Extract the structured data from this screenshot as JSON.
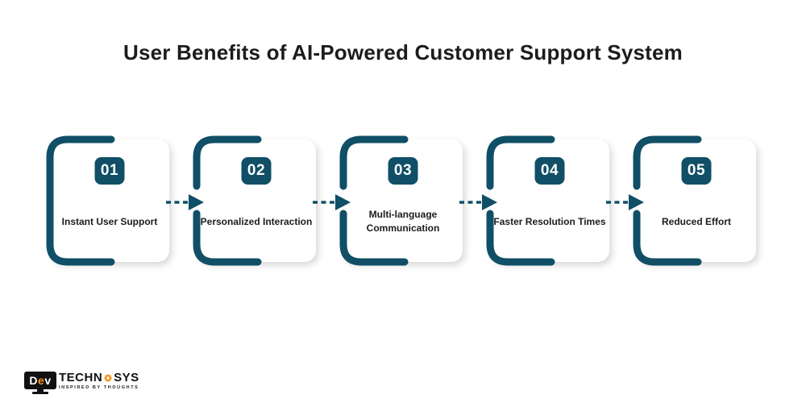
{
  "title": "User Benefits of AI-Powered Customer Support System",
  "colors": {
    "accent_teal": "#104F66",
    "text_dark": "#1C1C1C",
    "logo_orange": "#F7941E",
    "logo_black": "#111111",
    "card_bg": "#FFFFFF"
  },
  "steps": [
    {
      "number": "01",
      "label": "Instant User Support"
    },
    {
      "number": "02",
      "label": "Personalized Interaction"
    },
    {
      "number": "03",
      "label": "Multi-language Communication"
    },
    {
      "number": "04",
      "label": "Faster Resolution Times"
    },
    {
      "number": "05",
      "label": "Reduced Effort"
    }
  ],
  "logo": {
    "monitor_d": "D",
    "monitor_e": "e",
    "monitor_v": "v",
    "brand_left": "TECHN",
    "brand_right": "SYS",
    "tagline": "INSPIRED BY THOUGHTS"
  }
}
